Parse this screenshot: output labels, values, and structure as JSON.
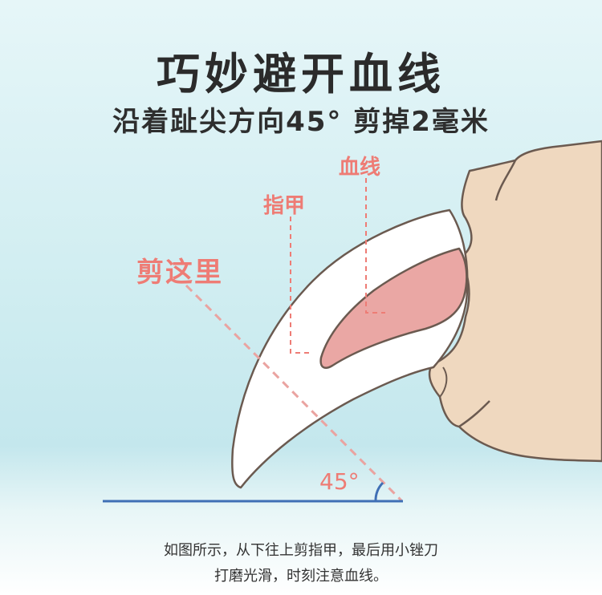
{
  "title": "巧妙避开血线",
  "subtitle": "沿着趾尖方向45° 剪掉2毫米",
  "labels": {
    "blood_line": "血线",
    "nail": "指甲",
    "cut_here": "剪这里",
    "angle": "45°"
  },
  "note": {
    "line1": "如图所示，从下往上剪指甲，最后用小锉刀",
    "line2": "打磨光滑，时刻注意血线。"
  },
  "colors": {
    "label": "#ee7c75",
    "baseline": "#3f6fb5",
    "quick": "#eaa7a4",
    "skin": "#efd8bf",
    "outline": "#6b5a50"
  }
}
